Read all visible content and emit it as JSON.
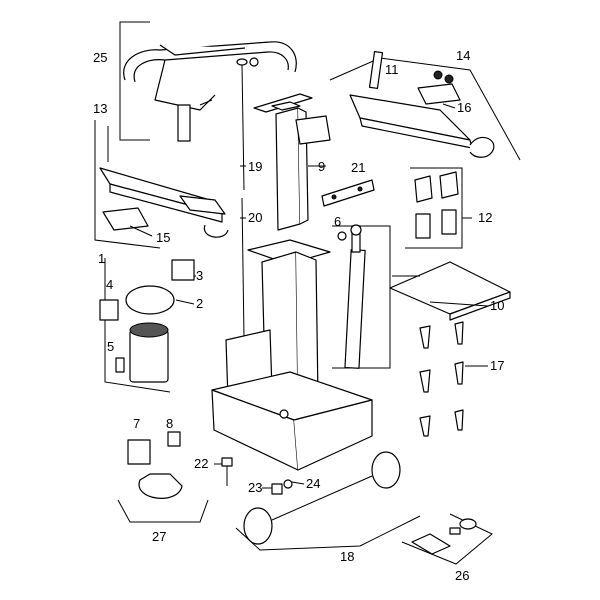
{
  "callouts": {
    "c1": "1",
    "c2": "2",
    "c3": "3",
    "c4": "4",
    "c5": "5",
    "c6": "6",
    "c7": "7",
    "c8": "8",
    "c9": "9",
    "c10": "10",
    "c11": "11",
    "c12": "12",
    "c13": "13",
    "c14": "14",
    "c15": "15",
    "c16": "16",
    "c17": "17",
    "c18": "18",
    "c19": "19",
    "c20": "20",
    "c21": "21",
    "c22": "22",
    "c23": "23",
    "c24": "24",
    "c25": "25",
    "c26": "26",
    "c27": "27"
  },
  "icons": [
    "exploded-parts-diagram"
  ]
}
